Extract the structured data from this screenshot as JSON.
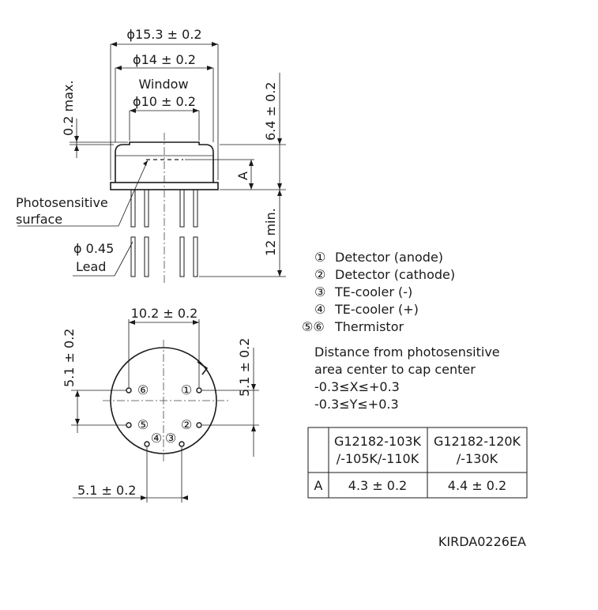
{
  "side_view": {
    "dim_cap_outer": "ϕ15.3 ± 0.2",
    "dim_cap_inner": "ϕ14 ± 0.2",
    "window_label": "Window",
    "dim_window": "ϕ10 ± 0.2",
    "dim_window_recess": "0.2 max.",
    "dim_height": "6.4 ± 0.2",
    "dim_A": "A",
    "dim_lead_length": "12 min.",
    "photosensitive_label_line1": "Photosensitive",
    "photosensitive_label_line2": "surface",
    "lead_dia": "ϕ 0.45",
    "lead_label": "Lead"
  },
  "bottom_view": {
    "dim_pin_spacing_x": "10.2 ± 0.2",
    "dim_left_v": "5.1 ± 0.2",
    "dim_right_v": "5.1 ± 0.2",
    "dim_bottom_h": "5.1 ± 0.2",
    "pin_numbers": [
      "①",
      "②",
      "③",
      "④",
      "⑤",
      "⑥"
    ]
  },
  "pin_legend": [
    {
      "num": "①",
      "label": "Detector (anode)"
    },
    {
      "num": "②",
      "label": "Detector (cathode)"
    },
    {
      "num": "③",
      "label": "TE-cooler (-)"
    },
    {
      "num": "④",
      "label": "TE-cooler (+)"
    },
    {
      "num": "⑤⑥",
      "label": "Thermistor"
    }
  ],
  "notes": {
    "line1": "Distance from photosensitive",
    "line2": "area center to cap center",
    "line3": "-0.3≤X≤+0.3",
    "line4": "-0.3≤Y≤+0.3"
  },
  "table": {
    "columns": [
      {
        "line1": "G12182-103K",
        "line2": "/-105K/-110K"
      },
      {
        "line1": "G12182-120K",
        "line2": "/-130K"
      }
    ],
    "rows": [
      {
        "label": "A",
        "values": [
          "4.3 ± 0.2",
          "4.4 ± 0.2"
        ]
      }
    ]
  },
  "drawing_code": "KIRDA0226EA"
}
